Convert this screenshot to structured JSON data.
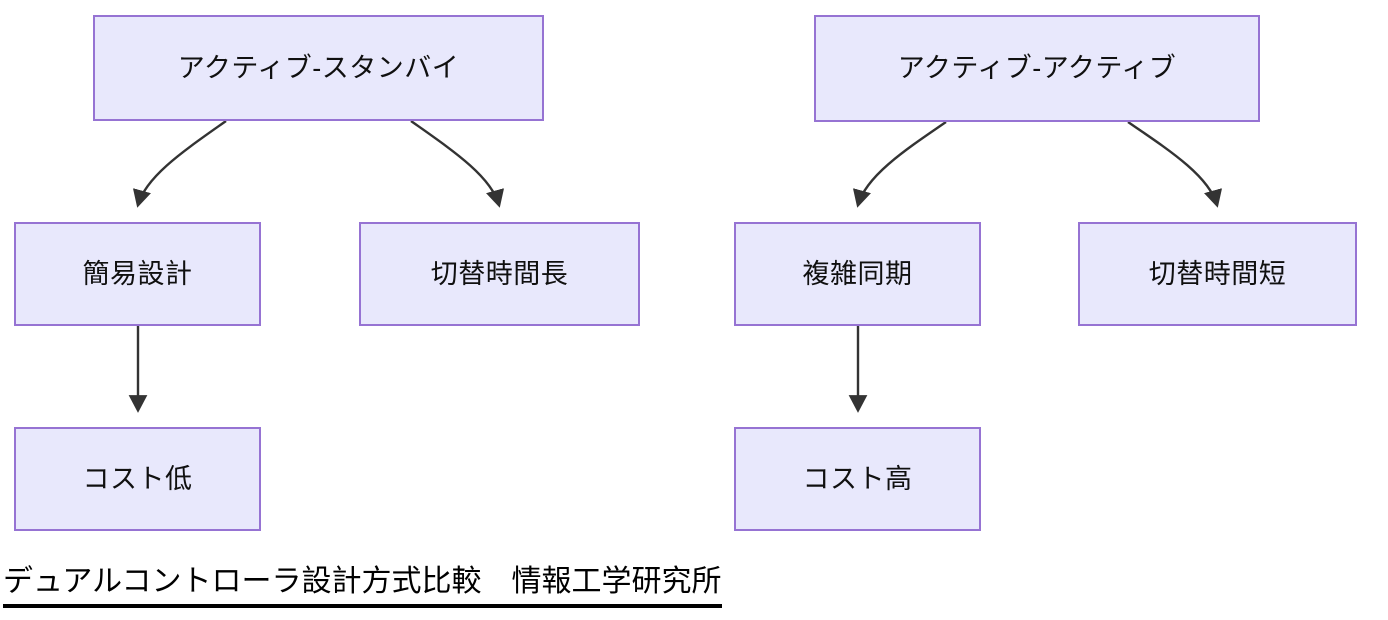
{
  "diagram": {
    "type": "flowchart",
    "orientation": "top-down",
    "colors": {
      "node_fill": "#e8e8fc",
      "node_border": "#9673d3",
      "edge_stroke": "#333333",
      "text": "#101010",
      "caption_text": "#000000",
      "background": "#ffffff"
    },
    "trees": [
      {
        "id": "active-standby-tree",
        "root": {
          "id": "active-standby",
          "label": "アクティブ-スタンバイ"
        },
        "children": [
          {
            "id": "simple-design",
            "label": "簡易設計"
          },
          {
            "id": "long-switch",
            "label": "切替時間長"
          }
        ],
        "grandchildren": [
          {
            "id": "low-cost",
            "label": "コスト低",
            "parent": "simple-design"
          }
        ]
      },
      {
        "id": "active-active-tree",
        "root": {
          "id": "active-active",
          "label": "アクティブ-アクティブ"
        },
        "children": [
          {
            "id": "complex-sync",
            "label": "複雑同期"
          },
          {
            "id": "short-switch",
            "label": "切替時間短"
          }
        ],
        "grandchildren": [
          {
            "id": "high-cost",
            "label": "コスト高",
            "parent": "complex-sync"
          }
        ]
      }
    ],
    "edges": [
      {
        "from": "active-standby",
        "to": "simple-design",
        "style": "curved-arrow"
      },
      {
        "from": "active-standby",
        "to": "long-switch",
        "style": "curved-arrow"
      },
      {
        "from": "simple-design",
        "to": "low-cost",
        "style": "straight-arrow"
      },
      {
        "from": "active-active",
        "to": "complex-sync",
        "style": "curved-arrow"
      },
      {
        "from": "active-active",
        "to": "short-switch",
        "style": "curved-arrow"
      },
      {
        "from": "complex-sync",
        "to": "high-cost",
        "style": "straight-arrow"
      }
    ]
  },
  "caption": {
    "text": "デュアルコントローラ設計方式比較　情報工学研究所"
  }
}
